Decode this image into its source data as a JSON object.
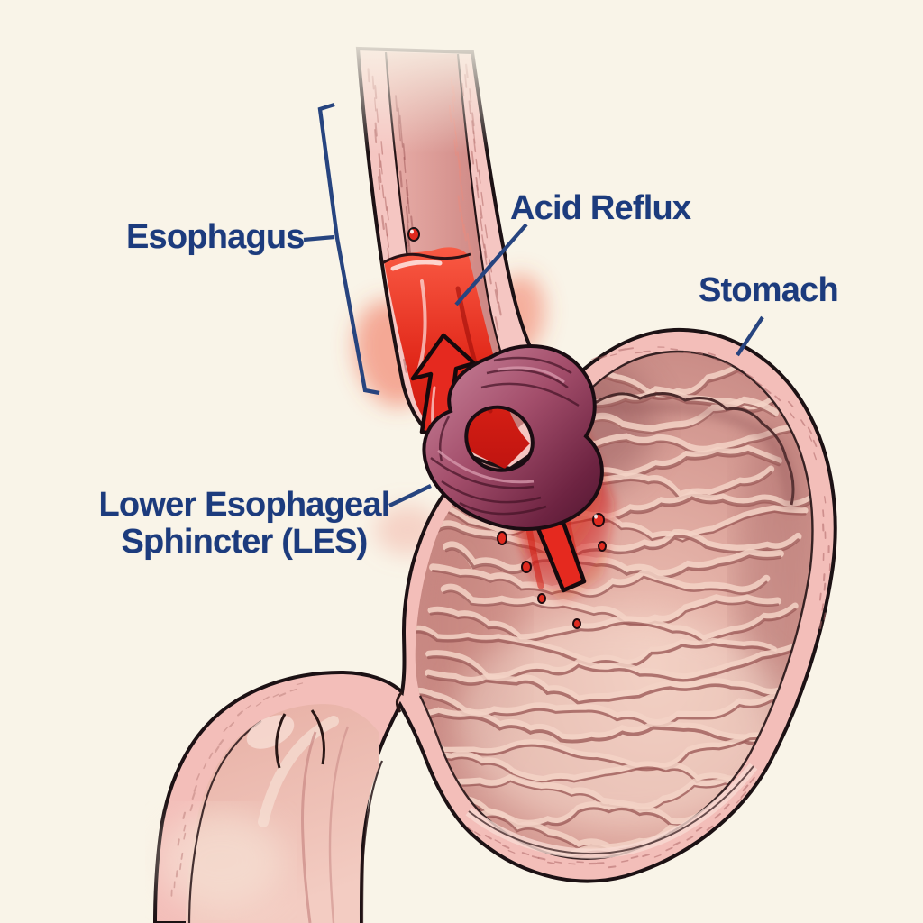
{
  "figure": {
    "description": "Hand-drawn medical illustration of acid reflux: cross-section of esophagus, lower esophageal sphincter ring and stomach with acid flowing upward"
  },
  "labels": {
    "esophagus": "Esophagus",
    "acid_reflux": "Acid Reflux",
    "stomach": "Stomach",
    "les_line1": "Lower Esophageal",
    "les_line2": "Sphincter (LES)"
  },
  "icons": {
    "esophagus_arrow": "upward reflux arrow inside esophagus",
    "stomach_arrow": "upward reflux arrow inside stomach",
    "droplets": "acid droplets"
  },
  "palette": {
    "background_cream": "#F9F4E8",
    "label_navy": "#1C3B7D",
    "leader_navy": "#27447F",
    "outline_black": "#1C1114",
    "acid_red": "#E5291F",
    "acid_red_dark": "#B8150E",
    "esophagus_wall_pink": "#F5C6C2",
    "mucosa_rose": "#C87F7E",
    "les_maroon": "#93405D",
    "les_maroon_dark": "#5C1F37",
    "stomach_wall_pink": "#F3BEB9",
    "stomach_interior": "#D99C94",
    "rugae_light": "#F3D2C6",
    "rugae_dark": "#9D5B59",
    "inflammation_glow": "#EF5B43"
  }
}
